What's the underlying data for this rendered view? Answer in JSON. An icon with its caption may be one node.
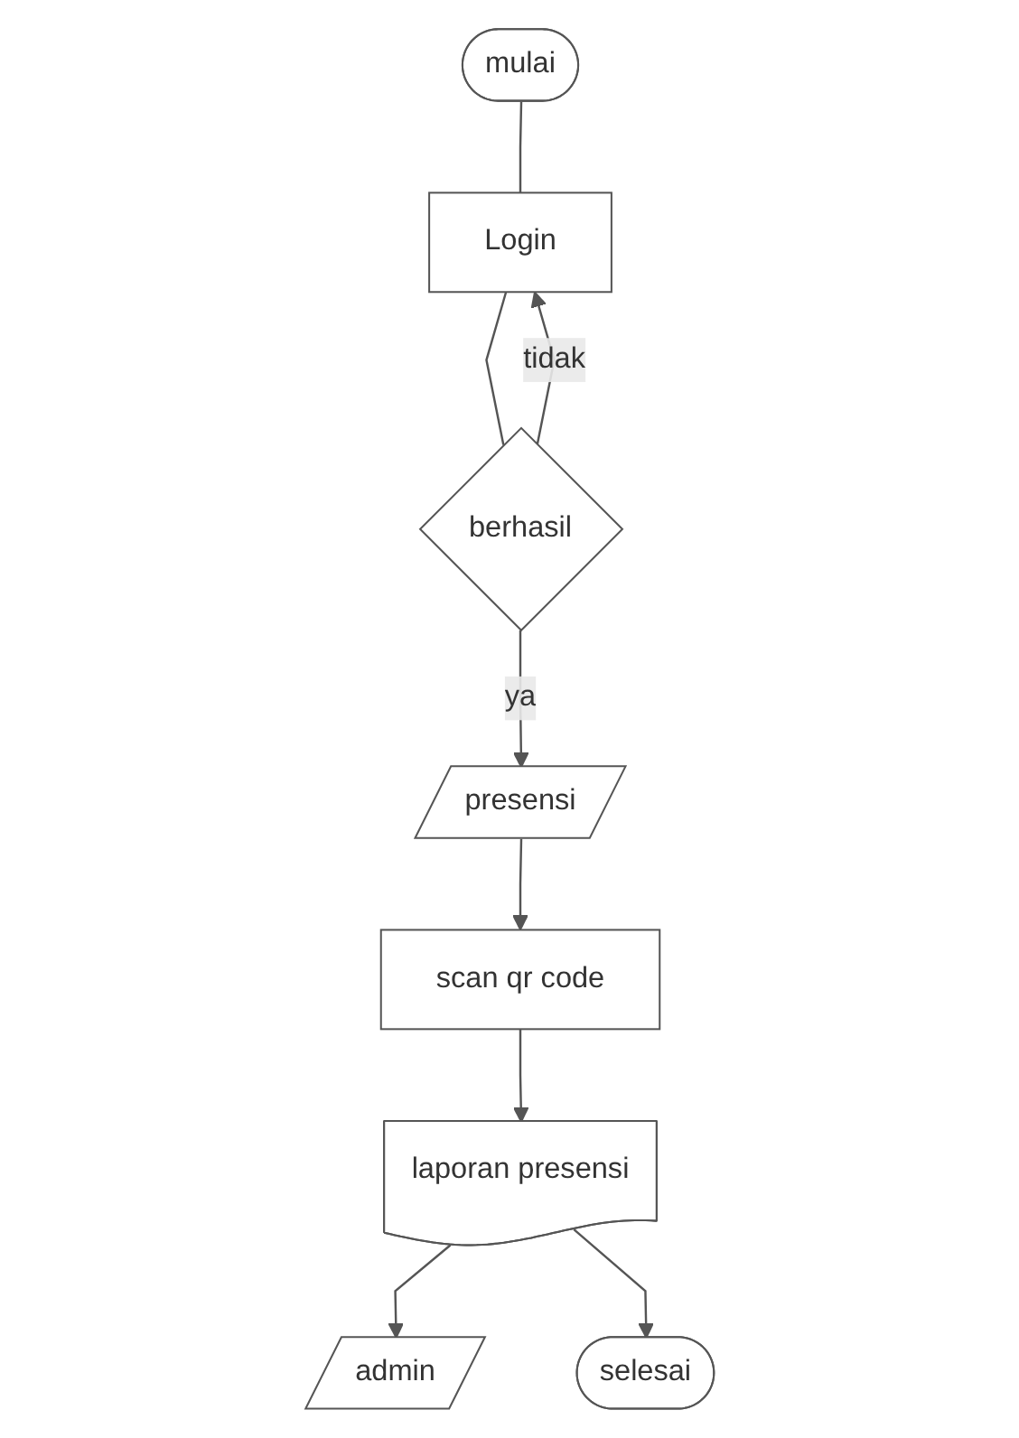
{
  "diagram": {
    "nodes": [
      {
        "text": [
          "mulai"
        ]
      },
      {
        "text": [
          "Login"
        ]
      },
      {
        "text": [
          "berhasil"
        ]
      },
      {
        "text": [
          "presensi"
        ]
      },
      {
        "text": [
          "scan qr code"
        ]
      },
      {
        "text": [
          "laporan presensi"
        ]
      },
      {
        "text": [
          "admin"
        ]
      },
      {
        "text": [
          "selesai"
        ]
      }
    ],
    "edges": [
      {
        "from": 0,
        "to": 1,
        "arrow": "none"
      },
      {
        "from": 1,
        "to": 2,
        "arrow": "none"
      },
      {
        "from": 2,
        "to": 1,
        "arrow": "to",
        "label": "tidak"
      },
      {
        "from": 2,
        "to": 3,
        "arrow": "to",
        "label": "ya"
      },
      {
        "from": 3,
        "to": 4,
        "arrow": "to"
      },
      {
        "from": 4,
        "to": 5,
        "arrow": "to"
      },
      {
        "from": 5,
        "to": 6,
        "arrow": "to"
      },
      {
        "from": 5,
        "to": 7,
        "arrow": "to"
      }
    ]
  }
}
